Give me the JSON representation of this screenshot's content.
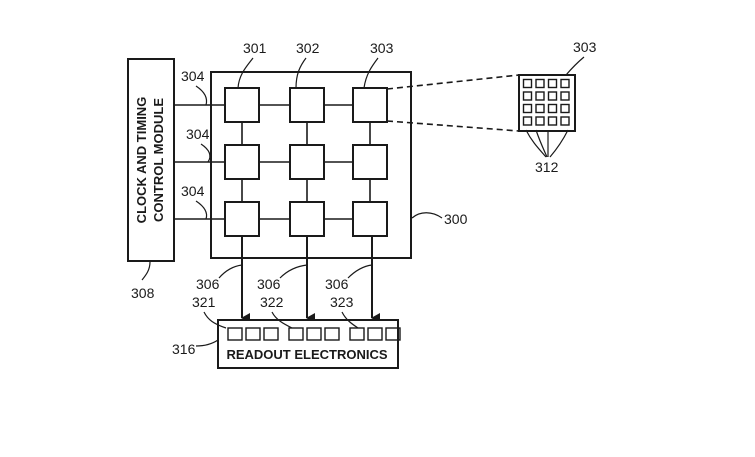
{
  "diagram": {
    "clock_module": {
      "label_line1": "CLOCK AND TIMING",
      "label_line2": "CONTROL MODULE",
      "ref": "308"
    },
    "array_ref": "300",
    "pixel_refs": [
      "301",
      "302",
      "303"
    ],
    "row_line_refs": [
      "304",
      "304",
      "304"
    ],
    "column_line_refs": [
      "306",
      "306",
      "306"
    ],
    "zoom": {
      "ref": "303",
      "subpixel_ref": "312",
      "grid_rows": 4,
      "grid_cols": 4
    },
    "readout": {
      "label": "READOUT ELECTRONICS",
      "ref": "316",
      "channel_refs": [
        "321",
        "322",
        "323"
      ],
      "channel_count": 9
    }
  }
}
